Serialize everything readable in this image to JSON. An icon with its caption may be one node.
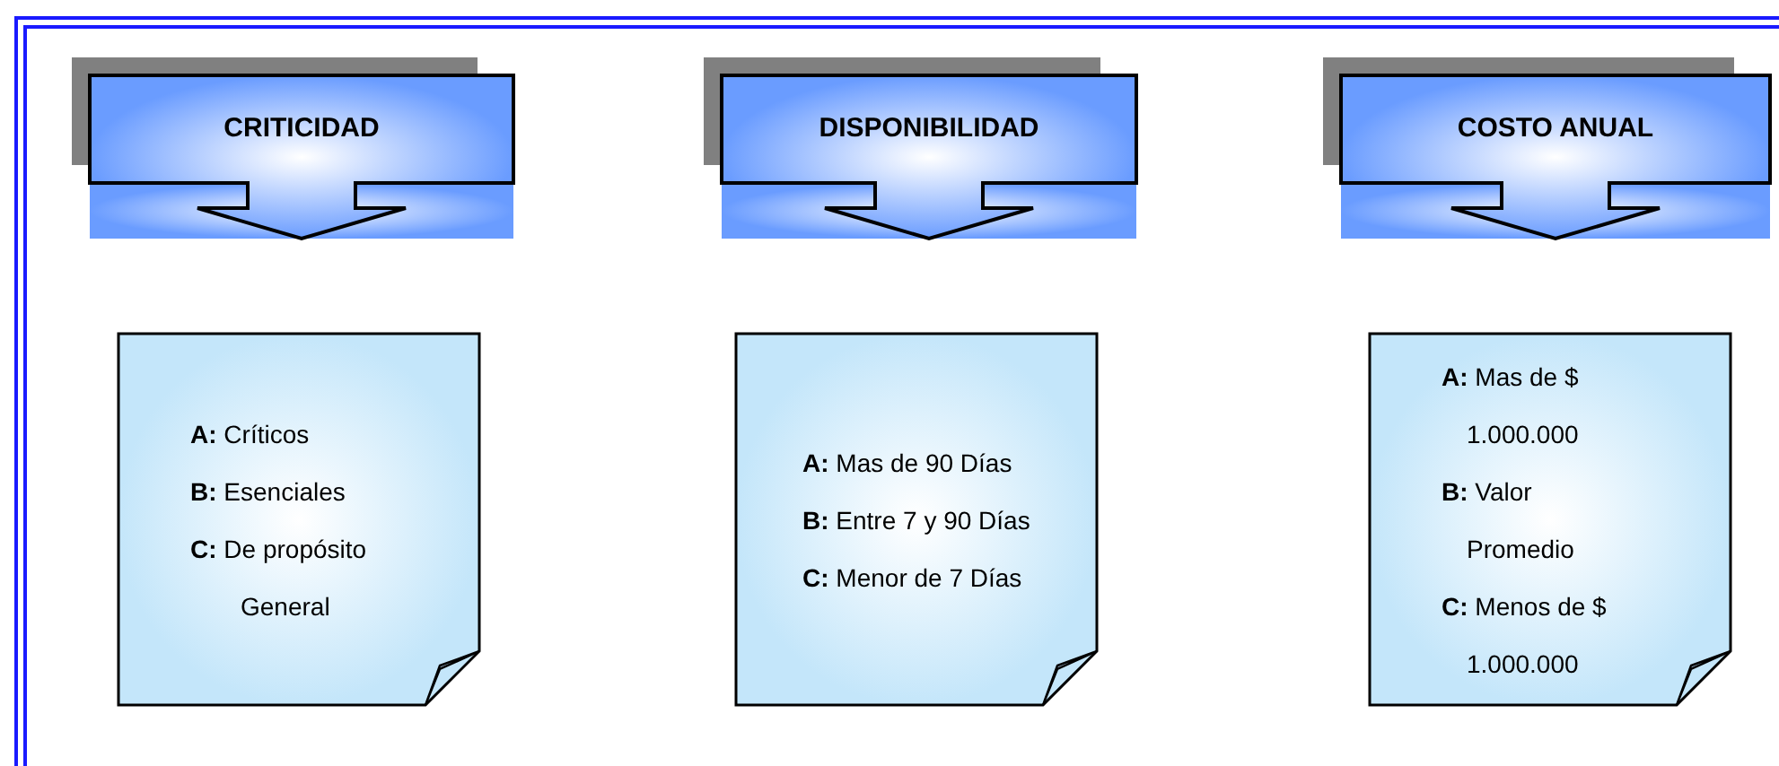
{
  "diagram": {
    "nodes": [
      {
        "text": [
          "CRITICIDAD"
        ]
      },
      {
        "text": [
          "DISPONIBILIDAD"
        ]
      },
      {
        "text": [
          "COSTO ANUAL"
        ]
      },
      {
        "text": [
          "**A:** Críticos",
          "**B:** Esenciales",
          "**C:** De propósito General"
        ]
      },
      {
        "text": [
          "**A:** Mas de 90 Días",
          "**B:** Entre 7 y 90 Días",
          "**C:** Menor de 7 Días"
        ]
      },
      {
        "text": [
          "**A:** Mas de $ 1.000.000",
          "**B:** Valor Promedio",
          "**C:** Menos de $ 1.000.000"
        ]
      }
    ]
  }
}
